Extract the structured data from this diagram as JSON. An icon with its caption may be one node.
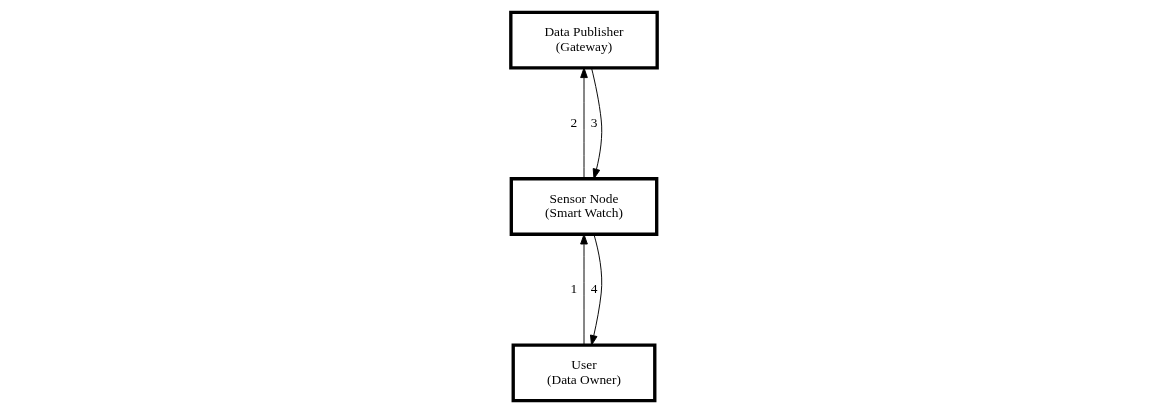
{
  "diagram": {
    "nodes": [
      {
        "text": [
          "User",
          "(Data Owner)"
        ]
      },
      {
        "text": [
          "Data Publisher",
          "(Gateway)"
        ]
      },
      {
        "text": [
          "Sensor Node",
          "(Smart Watch)"
        ]
      }
    ],
    "edges": [
      {
        "from": 0,
        "to": 2,
        "arrow": "to",
        "label": "1"
      },
      {
        "from": 2,
        "to": 1,
        "arrow": "to",
        "label": "2"
      },
      {
        "from": 1,
        "to": 2,
        "arrow": "to",
        "label": "3"
      },
      {
        "from": 2,
        "to": 0,
        "arrow": "to",
        "label": "4"
      }
    ]
  }
}
